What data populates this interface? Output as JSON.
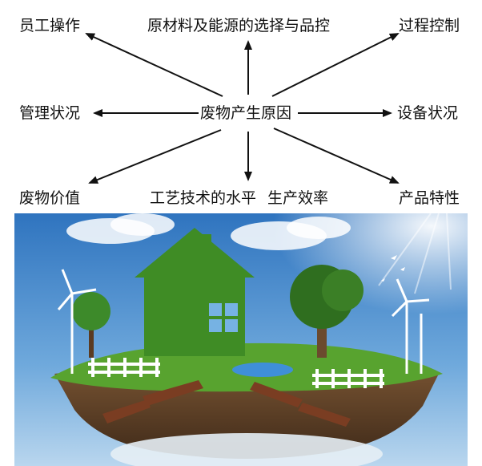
{
  "diagram": {
    "center": "废物产生原因",
    "top_left": "员工操作",
    "top_center": "原材料及能源的选择与品控",
    "top_right": "过程控制",
    "mid_left": "管理状况",
    "mid_right": "设备状况",
    "bottom_left": "废物价值",
    "bottom_center_left": "工艺技术的水平",
    "bottom_center_right": "生产效率",
    "bottom_right": "产品特性"
  },
  "colors": {
    "sky": "#4a8fd0",
    "grass": "#4f9a2c",
    "soil": "#6b4a2e",
    "arrow": "#111111"
  }
}
